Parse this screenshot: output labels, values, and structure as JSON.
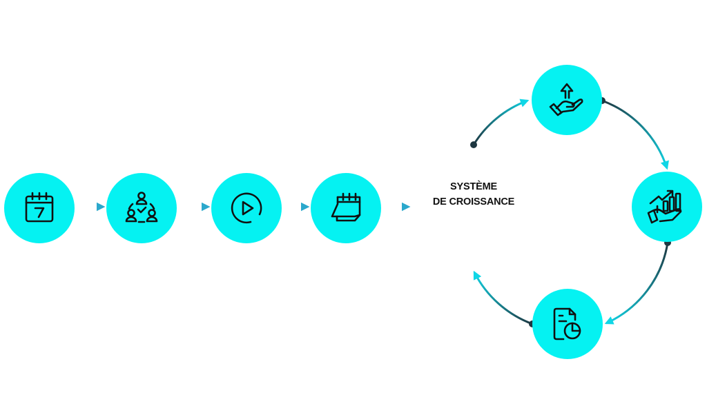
{
  "diagram": {
    "title_line1": "SYSTÈME",
    "title_line2": "DE CROISSANCE",
    "colors": {
      "node_fill": "#05F2F2",
      "connector_dark": "#1E3640",
      "connector_light": "#0FD6E6",
      "linear_arrow_light": "#2BA8CC",
      "icon": "#111111"
    },
    "linear_steps": [
      {
        "id": "step-1",
        "icon": "calendar-7-icon"
      },
      {
        "id": "step-2",
        "icon": "team-collaboration-icon"
      },
      {
        "id": "step-3",
        "icon": "play-circle-icon"
      },
      {
        "id": "step-4",
        "icon": "calendar-page-icon"
      }
    ],
    "cycle_nodes": [
      {
        "id": "cycle-top",
        "icon": "hand-upload-icon"
      },
      {
        "id": "cycle-right",
        "icon": "hand-growth-chart-icon"
      },
      {
        "id": "cycle-bottom",
        "icon": "report-pie-icon"
      }
    ],
    "flow": [
      "step-1 → step-2",
      "step-2 → step-3",
      "step-3 → step-4",
      "step-4 → title",
      "cycle-left → cycle-top",
      "cycle-top → cycle-right",
      "cycle-right → cycle-bottom",
      "cycle-bottom → cycle-left"
    ]
  }
}
